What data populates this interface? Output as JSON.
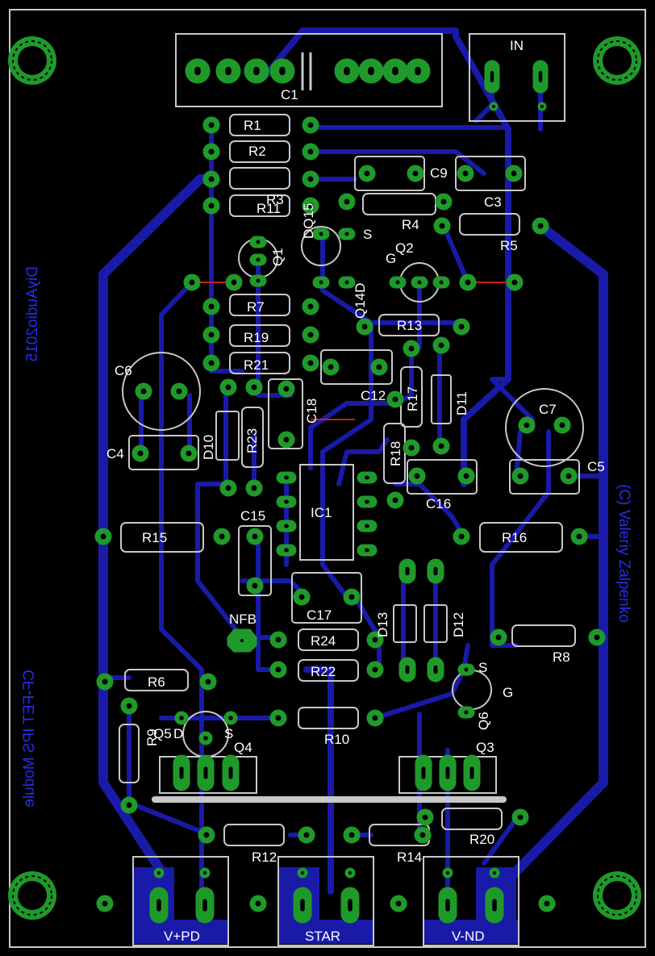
{
  "board": {
    "title": "CF-FET IPS Module",
    "author": "(C) Valeriy Zalpenko",
    "brand": "DiyAudio2015",
    "colors": {
      "background": "#000000",
      "trace": "#1a1aa8",
      "pad": "#1f9a2a",
      "silk": "#c8c8c8",
      "bottom_text": "#2a2af0",
      "jumper": "#c81e1e"
    }
  },
  "labels": {
    "C1": "C1",
    "IN": "IN",
    "R1": "R1",
    "R2": "R2",
    "R3": "R3",
    "R11": "R11",
    "R4": "R4",
    "R5": "R5",
    "C9": "C9",
    "C3": "C3",
    "Q1": "Q1",
    "DQ15": "DQ15",
    "Q2": "Q2",
    "Q14D": "Q14D",
    "R7": "R7",
    "R19": "R19",
    "R21": "R21",
    "R13": "R13",
    "C6": "C6",
    "C7": "C7",
    "C18": "C18",
    "C12": "C12",
    "R17": "R17",
    "D11": "D11",
    "D10": "D10",
    "R23": "R23",
    "C4": "C4",
    "R18": "R18",
    "C5": "C5",
    "C16": "C16",
    "IC1": "IC1",
    "C15": "C15",
    "R15": "R15",
    "R16": "R16",
    "C17": "C17",
    "NFB": "NFB",
    "R24": "R24",
    "R22": "R22",
    "D13": "D13",
    "D12": "D12",
    "R8": "R8",
    "R6": "R6",
    "R10": "R10",
    "R9": "R9",
    "Q5": "Q5",
    "Q4": "Q4",
    "Q6": "Q6",
    "Q3": "Q3",
    "R12": "R12",
    "R14": "R14",
    "R20": "R20",
    "VPD": "V+PD",
    "STAR": "STAR",
    "VND": "V-ND",
    "S": "S",
    "G": "G",
    "D": "D"
  }
}
